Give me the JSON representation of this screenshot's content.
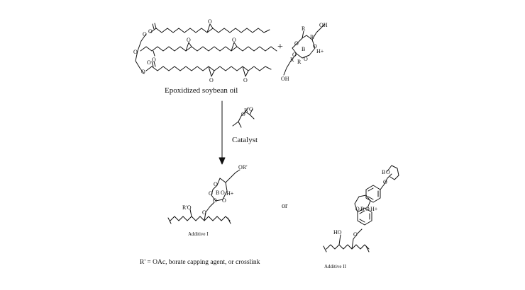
{
  "scheme": {
    "plus": "+",
    "reagent_label": "Epoxidized soybean oil",
    "catalyst_label": "Catalyst",
    "or_label": "or",
    "additive1_label": "Additive I",
    "additive2_label": "Additive II",
    "footnote": "R' = OAc, borate capping agent, or crosslink"
  },
  "atoms": {
    "O": "O",
    "B": "B",
    "R": "R",
    "OH": "OH",
    "HO": "HO",
    "H_plus": "H+",
    "OR_prime": "OR'",
    "R_prime_O": "R'O"
  },
  "colors": {
    "ink": "#111111",
    "background": "#ffffff"
  }
}
